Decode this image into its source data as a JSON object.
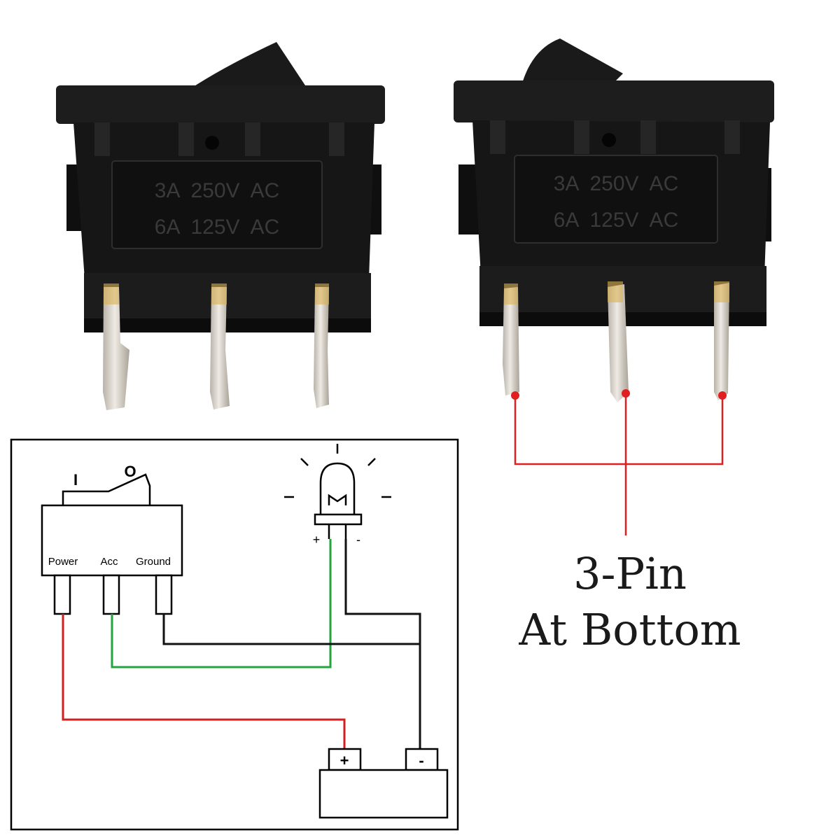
{
  "switches": [
    {
      "rating_line1": "3A  250V  AC",
      "rating_line2": "6A  125V  AC"
    },
    {
      "rating_line1": "3A  250V  AC",
      "rating_line2": "6A  125V  AC"
    }
  ],
  "callout": {
    "line1": "3-Pin",
    "line2": "At Bottom"
  },
  "wiring": {
    "switch_symbol_on": "I",
    "switch_symbol_off": "O",
    "pin_labels": [
      "Power",
      "Acc",
      "Ground"
    ],
    "led_plus": "+",
    "led_minus": "-",
    "battery_plus": "+",
    "battery_minus": "-"
  },
  "colors": {
    "switch_body": "#141414",
    "pin_metal": "#d9d4cc",
    "callout_wire": "#e02020",
    "power_wire": "#d21f1f",
    "acc_wire": "#22a63c",
    "ground_wire": "#111111"
  }
}
